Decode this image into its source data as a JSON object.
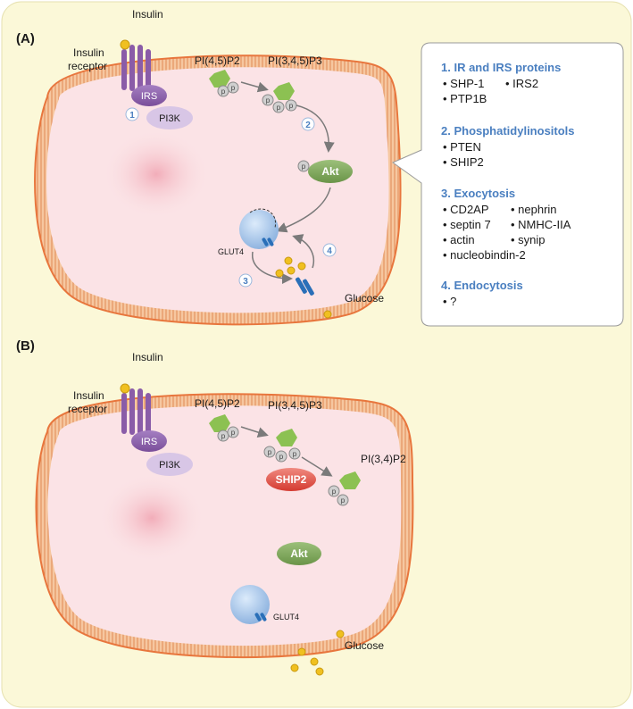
{
  "panels": [
    {
      "id": "A",
      "label": "(A)",
      "insulin": "Insulin",
      "receptor_line1": "Insulin",
      "receptor_line2": "receptor",
      "irs": "IRS",
      "pi3k": "PI3K",
      "pip2": "PI(4,5)P2",
      "pip3": "PI(3,4,5)P3",
      "akt": "Akt",
      "glut4": "GLUT4",
      "glucose": "Glucose",
      "steps": [
        "1",
        "2",
        "3",
        "4"
      ],
      "phospho": "p"
    },
    {
      "id": "B",
      "label": "(B)",
      "insulin": "Insulin",
      "receptor_line1": "Insulin",
      "receptor_line2": "receptor",
      "irs": "IRS",
      "pi3k": "PI3K",
      "pip2": "PI(4,5)P2",
      "pip3": "PI(3,4,5)P3",
      "pi34p2": "PI(3,4)P2",
      "ship2": "SHIP2",
      "akt": "Akt",
      "glut4": "GLUT4",
      "glucose": "Glucose",
      "phospho": "p"
    }
  ],
  "legend": {
    "sections": [
      {
        "title": "1. IR and IRS proteins",
        "rows": [
          [
            "• SHP-1",
            "• IRS2"
          ],
          [
            "• PTP1B",
            ""
          ]
        ]
      },
      {
        "title": "2. Phosphatidylinositols",
        "rows": [
          [
            "• PTEN",
            ""
          ],
          [
            "• SHIP2",
            ""
          ]
        ]
      },
      {
        "title": "3. Exocytosis",
        "rows": [
          [
            "• CD2AP",
            "• nephrin"
          ],
          [
            "• septin 7",
            "• NMHC-IIA"
          ],
          [
            "• actin",
            "• synip"
          ],
          [
            "• nucleobindin-2",
            ""
          ]
        ]
      },
      {
        "title": "4. Endocytosis",
        "rows": [
          [
            "• ?",
            ""
          ]
        ]
      }
    ]
  },
  "colors": {
    "background": "#fbf8d8",
    "cell_fill": "#fbe3e6",
    "membrane": "#e8763d",
    "irs": "#8a5ca8",
    "pi3k": "#d8c6e6",
    "akt": "#7fa65a",
    "pip": "#8cc152",
    "ship2": "#e0544a",
    "glut4_vesicle": "#a8c8ec",
    "glucose": "#f0c020",
    "step_circle_text": "#4a7fc0"
  }
}
